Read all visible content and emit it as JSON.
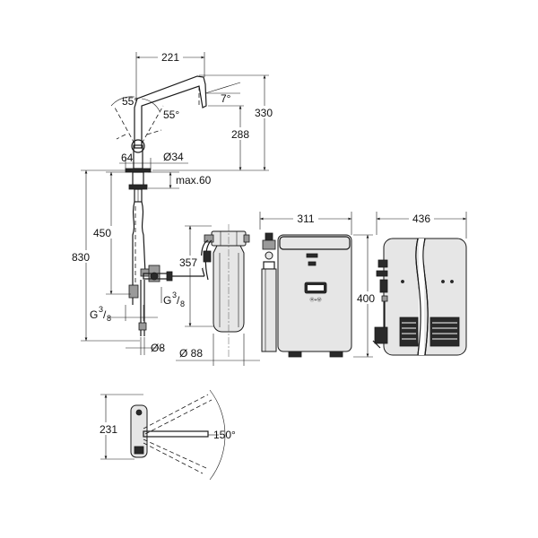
{
  "dimensions": {
    "spout_reach": "221",
    "spout_angle_left": "55°",
    "spout_angle_right": "55°",
    "spout_tilt": "7°",
    "total_height": "330",
    "outlet_height": "288",
    "base_diameter_offset": "64",
    "base_diameter": "Ø34",
    "max_deck": "max.60",
    "hose_length": "450",
    "overall_length": "830",
    "filter_height": "357",
    "thread_left_base": "G",
    "thread_left_num": "3",
    "thread_left_den": "8",
    "thread_right_base": "G",
    "thread_right_num": "3",
    "thread_right_den": "8",
    "pipe_diameter": "Ø8",
    "filter_diameter": "Ø 88",
    "boiler_width": "311",
    "boiler_height": "400",
    "boiler_depth": "436",
    "top_view_depth": "231",
    "swivel_angle": "150°"
  },
  "boiler_label": "Ⓜ+Ⓦ"
}
